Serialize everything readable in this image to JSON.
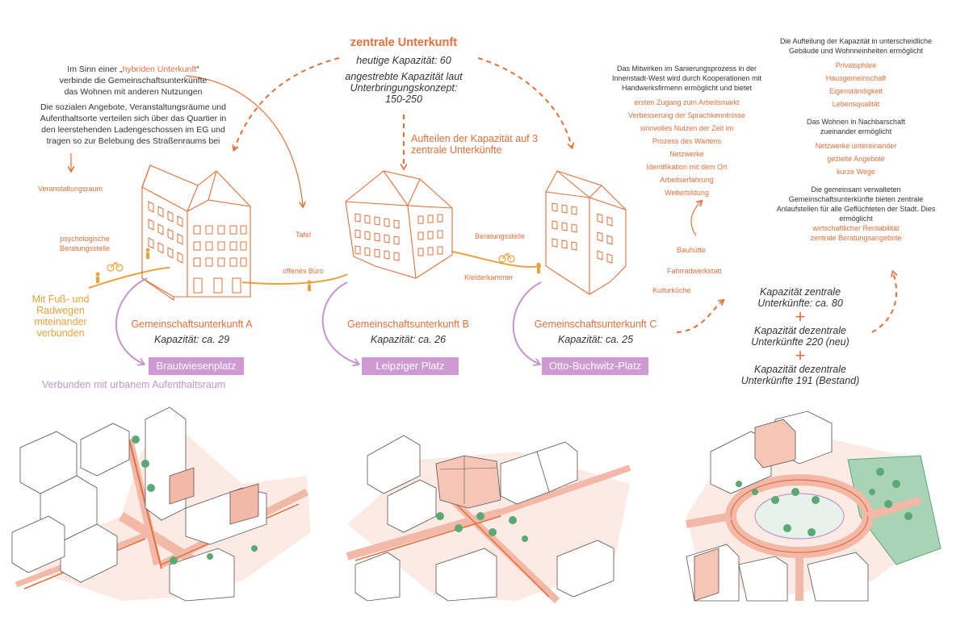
{
  "central": {
    "title": "zentrale Unterkunft",
    "capacity_now": "heutige Kapazität: 60",
    "target_line1": "angestrebte Kapazität laut",
    "target_line2": "Unterbringungskonzept:",
    "target_line3": "150-250"
  },
  "split": {
    "line1": "Aufteilen der Kapazität auf 3",
    "line2": "zentrale Unterkünfte"
  },
  "left_text": {
    "l1_pre": "Im Sinn einer „",
    "l1_hl": "hybriden Unterkunft",
    "l1_post": "“",
    "l2": "verbinde die Gemeinschaftsunterkünfte",
    "l3": "das Wohnen mit anderen Nutzungen",
    "p2": [
      "Die sozialen Angebote, Veranstaltungsräume und",
      "Aufenthaltsorte verteilen sich über das Quartier in",
      "den leerstehenden Ladengeschossen im EG und",
      "tragen so zur Belebung des Straßenraums bei"
    ]
  },
  "mid_text": {
    "intro": [
      "Das Mitwirken im Sanierungsprozess in der",
      "Innenstadt-West wird durch Kooperationen mit",
      "Handwerksfirmenn ermöglicht und bietet"
    ],
    "items": [
      "ersten Zugang zum Arbeitsmarkt",
      "Verbesserung der Sprachkenntnisse",
      "sinnvolles Nutzen der Zeit im",
      "Prozess des Wartens",
      "Netzwerke",
      "Identifikation mit dem Ort",
      "Arbeitserfahrung",
      "Weiterbildung"
    ]
  },
  "right_text": {
    "intro1": [
      "Die Aufteilung der Kapazität in unterscheidliche",
      "Gebäude und Wohnneinheiten ermöglicht"
    ],
    "items1": [
      "Privatsphäre",
      "Hausgemeinschaft",
      "Eigenständigkeit",
      "Lebensqualität"
    ],
    "intro2": [
      "Das Wohnen in Nachbarschaft",
      "zueinander ermöglicht"
    ],
    "items2": [
      "Netzwerke untereinander",
      "gezielte Angebote",
      "kurze Wege"
    ],
    "intro3": [
      "Die gemeinsam verwalteten",
      "Gemeinschaftsunterkünfte bieten zentrale",
      "Anlaufstellen für alle Geflüchteten der Stadt. Dies",
      "ermöglicht"
    ],
    "items3": [
      "wirtschaftlicher Rentabilität",
      "zentrale Beratungsangebote"
    ]
  },
  "labels": {
    "veranstaltungsraum": "Veranstaltungsraum",
    "psych1": "psychologische",
    "psych2": "Beratungsstelle",
    "tafel": "Tafel",
    "offenes_buero": "offenes Büro",
    "beratungsstelle": "Beratungsstelle",
    "kleiderkammer": "Kleiderkammer",
    "bauhuette": "Bauhütte",
    "fahrradwerkstatt": "Fahrradwerkstatt",
    "kulturkueche": "Kulturküche"
  },
  "paths_text": [
    "Mit Fuß- und",
    "Radwegen",
    "miteinander",
    "verbunden"
  ],
  "units": [
    {
      "name": "Gemeinschaftsunterkunft A",
      "capacity": "Kapazität: ca. 29",
      "place": "Brautwiesenplatz"
    },
    {
      "name": "Gemeinschaftsunterkunft B",
      "capacity": "Kapazität: ca. 26",
      "place": "Leipziger Platz"
    },
    {
      "name": "Gemeinschaftsunterkunft C",
      "capacity": "Kapazität: ca. 25",
      "place": "Otto-Buchwitz-Platz"
    }
  ],
  "urban_note": "Verbunden mit urbanem Aufenthaltsraum",
  "summary": {
    "a1": "Kapazität zentrale",
    "a2": "Unterkünfte: ca. 80",
    "b1": "Kapazität dezentrale",
    "b2": "Unterkünfte 220 (neu)",
    "c1": "Kapazität dezentrale",
    "c2": "Unterkünfte 191 (Bestand)",
    "plus": "+"
  },
  "colors": {
    "orange": "#e2703a",
    "yellow": "#eba13e",
    "purple": "#c494cc",
    "pink": "#f2b9a8",
    "green": "#5aa874",
    "text": "#333333"
  }
}
